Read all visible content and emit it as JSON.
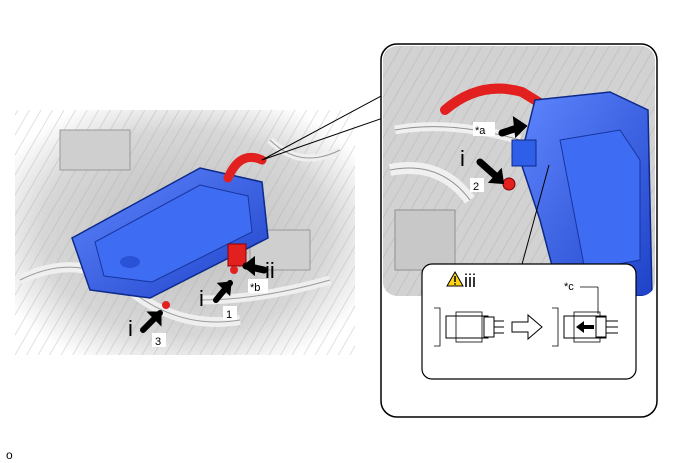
{
  "callouts": {
    "i_left": "i",
    "i_mid": "i",
    "i_inset": "i",
    "ii": "ii",
    "iii": "iii"
  },
  "numbers": {
    "n1": "1",
    "n2": "2",
    "n3": "3"
  },
  "markers": {
    "a": "*a",
    "b": "*b",
    "c": "*c"
  },
  "footer_code": "o",
  "colors": {
    "component_blue": "#2f5fe8",
    "connector_red": "#e32020",
    "engine_gray": "#d9d9d9"
  },
  "icons": [
    "warning-icon",
    "arrow-right-icon"
  ]
}
